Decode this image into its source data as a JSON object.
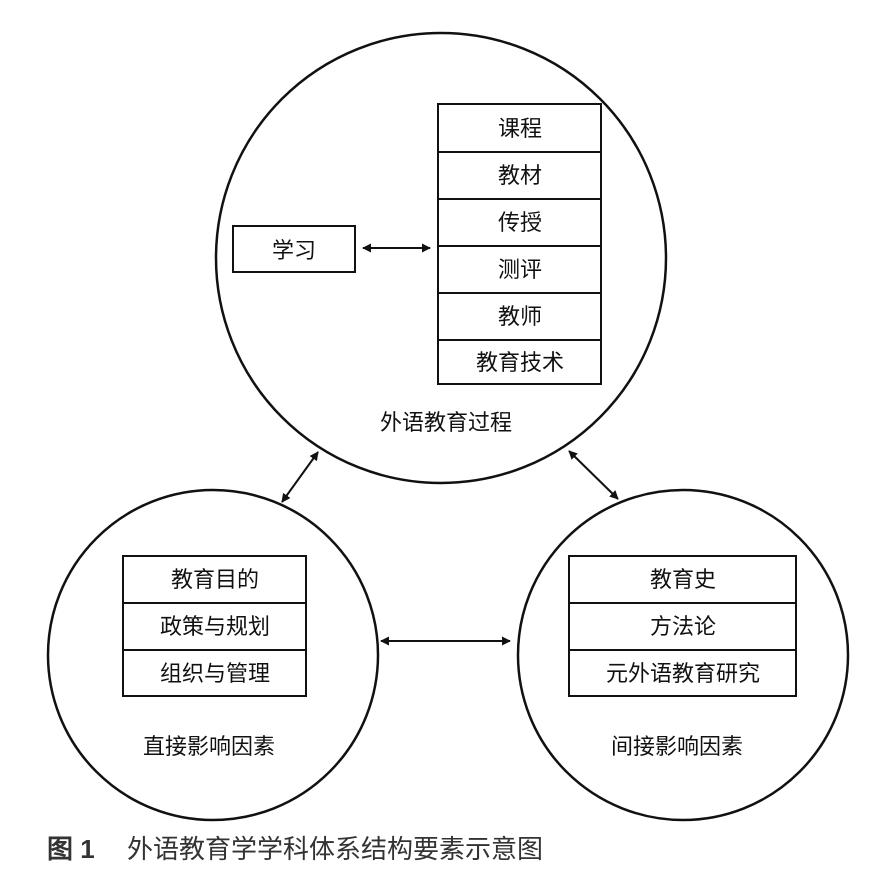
{
  "top_circle": {
    "label": "外语教育过程",
    "learning": "学习",
    "stack": [
      "课程",
      "教材",
      "传授",
      "测评",
      "教师",
      "教育技术"
    ]
  },
  "left_circle": {
    "label": "直接影响因素",
    "stack": [
      "教育目的",
      "政策与规划",
      "组织与管理"
    ]
  },
  "right_circle": {
    "label": "间接影响因素",
    "stack": [
      "教育史",
      "方法论",
      "元外语教育研究"
    ]
  },
  "caption": {
    "figure_label": "图 1",
    "text": "外语教育学学科体系结构要素示意图"
  }
}
